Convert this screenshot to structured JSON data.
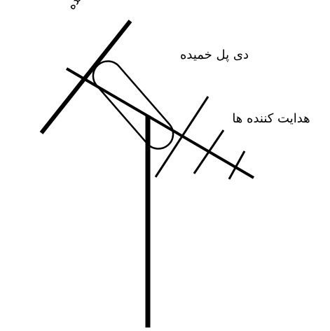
{
  "labels": {
    "reflector": "(رفلکتور (منعکس کننده",
    "folded_dipole": "دی پل خمیده",
    "directors": "هدایت کننده ها"
  },
  "colors": {
    "stroke": "#000000",
    "background": "#ffffff"
  }
}
